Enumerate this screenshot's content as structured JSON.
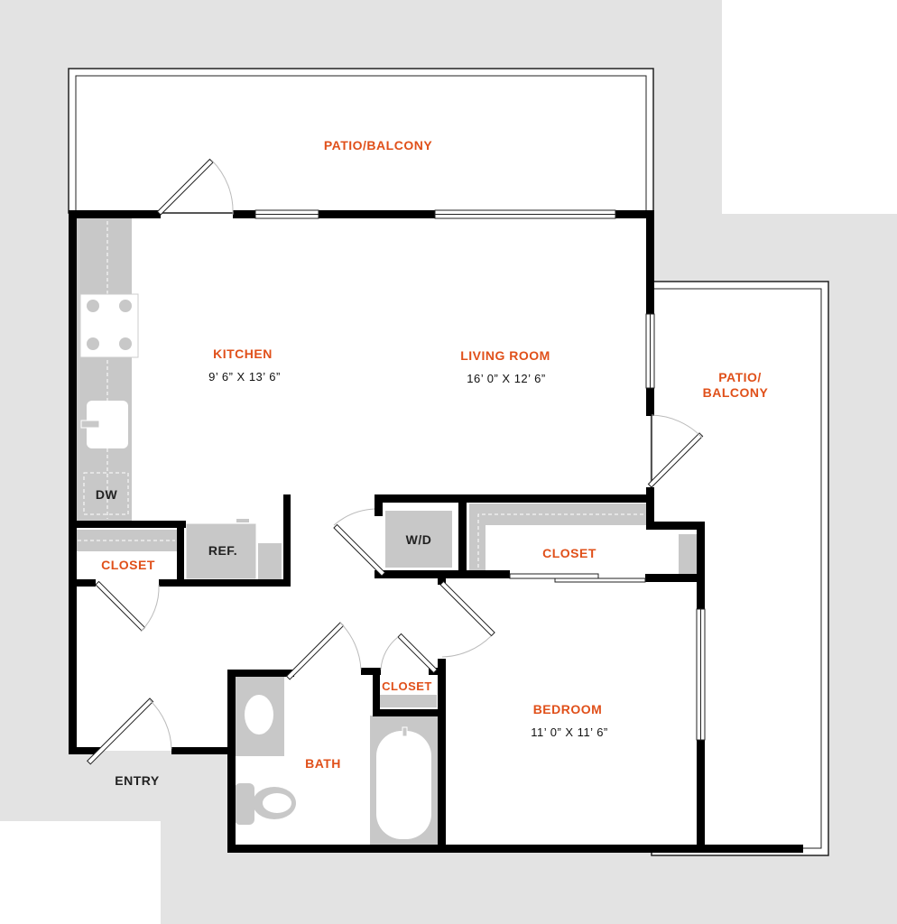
{
  "colors": {
    "label": "#e0501a",
    "wall": "#000000",
    "background": "#e3e3e3",
    "fixture": "#c8c8c8"
  },
  "rooms": {
    "patio_top": "PATIO/BALCONY",
    "patio_right_1": "PATIO/",
    "patio_right_2": "BALCONY",
    "kitchen": "KITCHEN",
    "kitchen_dim": "9’ 6” X 13’ 6”",
    "living": "LIVING ROOM",
    "living_dim": "16’ 0” X 12’ 6”",
    "closet_entry": "CLOSET",
    "closet_bedroom": "CLOSET",
    "closet_hall": "CLOSET",
    "bedroom": "BEDROOM",
    "bedroom_dim": "11’ 0” X 11’ 6”",
    "bath": "BATH",
    "entry": "ENTRY"
  },
  "fixtures": {
    "dishwasher": "DW",
    "refrigerator": "REF.",
    "washer_dryer": "W/D"
  }
}
